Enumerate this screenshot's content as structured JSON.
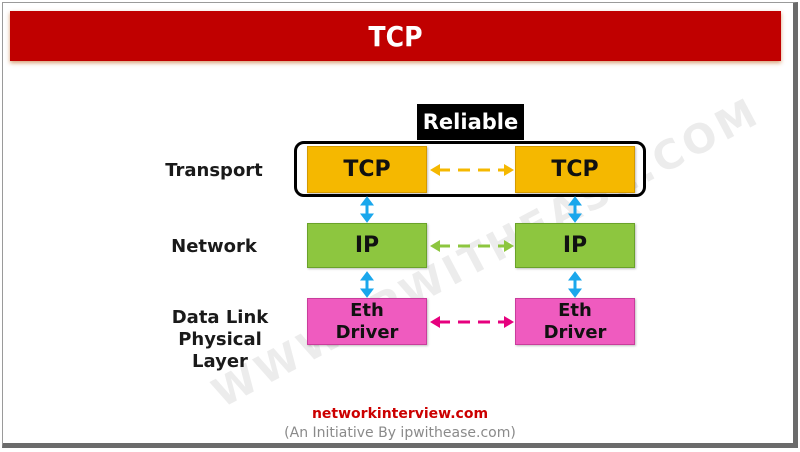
{
  "title": "TCP",
  "watermark": "WWW.IPWITHEASE.COM",
  "reliable_label": "Reliable",
  "layers": [
    {
      "label": "Transport",
      "left": "TCP",
      "right": "TCP",
      "color": "#f5b800",
      "arrow_color": "#f5b800"
    },
    {
      "label": "Network",
      "left": "IP",
      "right": "IP",
      "color": "#8dc63f",
      "arrow_color": "#8dc63f"
    },
    {
      "label_line1": "Data Link",
      "label_line2": "Physical Layer",
      "left_line1": "Eth",
      "left_line2": "Driver",
      "right_line1": "Eth",
      "right_line2": "Driver",
      "color": "#ef5bbf",
      "arrow_color": "#e6007e"
    }
  ],
  "vertical_arrow_color": "#1aa7ec",
  "footer": {
    "site": "networkinterview.com",
    "tagline": "(An Initiative By ipwithease.com)"
  }
}
